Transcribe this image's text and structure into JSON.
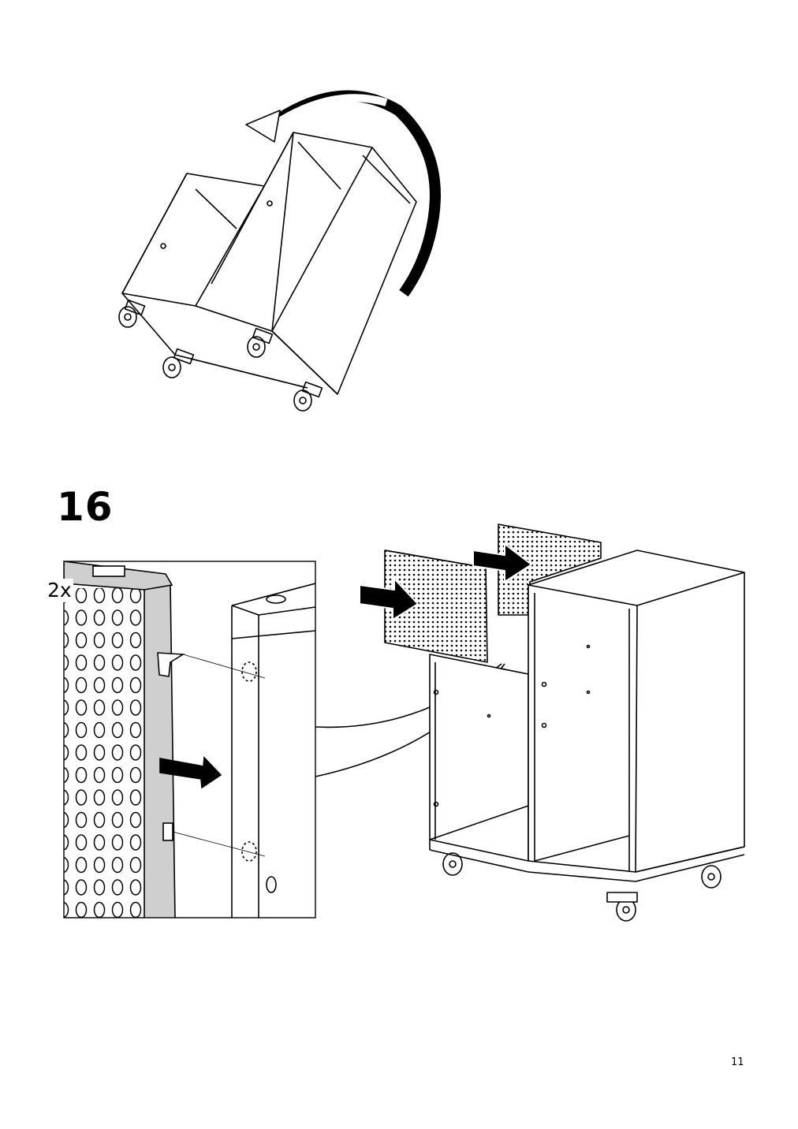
{
  "step": {
    "number": "16"
  },
  "detail": {
    "quantity": "2x"
  },
  "footer": {
    "page_number": "11"
  }
}
